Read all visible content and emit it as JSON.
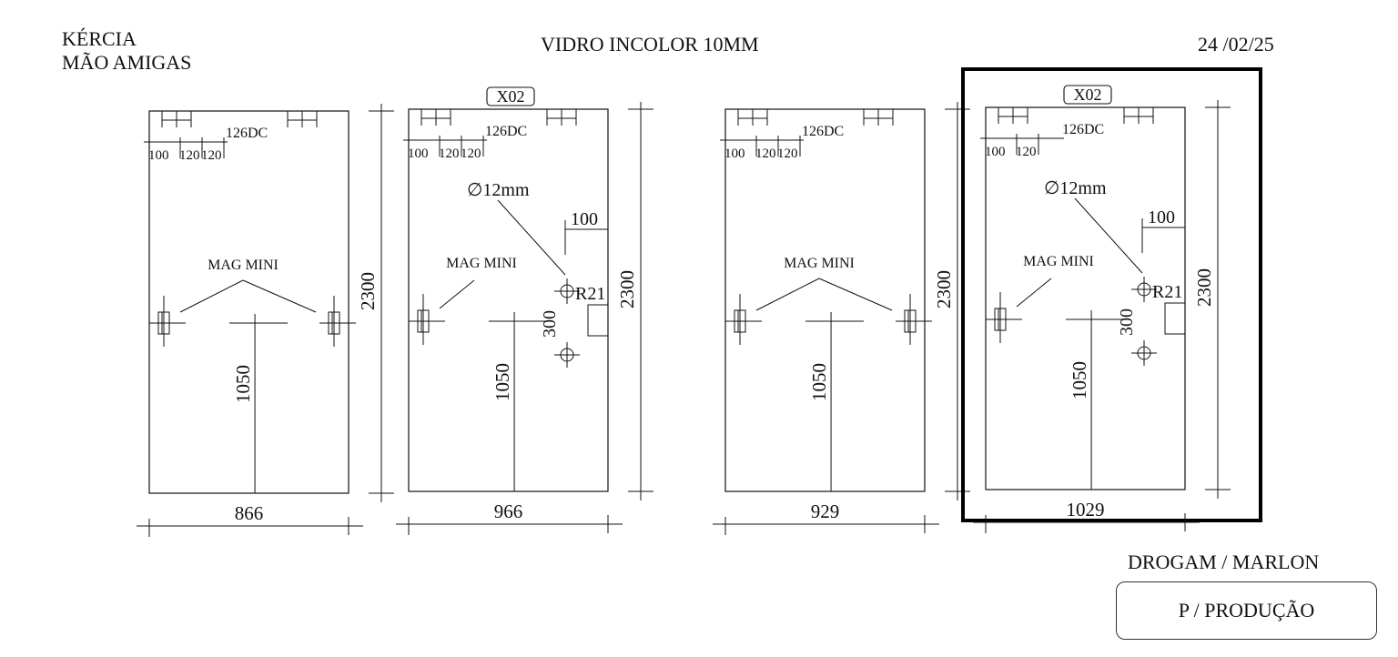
{
  "header": {
    "client_name": "KÉRCIA",
    "client_company": "MÃO AMIGAS",
    "material": "VIDRO INCOLOR 10MM",
    "date": "24 /02/25"
  },
  "footer": {
    "signature": "DROGAM / MARLON",
    "status": "P / PRODUÇÃO"
  },
  "panels": [
    {
      "id": "panel-1",
      "width_label": "866",
      "height_label": "2300",
      "handle_height_label": "1050",
      "lock_label": "MAG MINI",
      "hinge_offsets": [
        "100",
        "120",
        "120"
      ],
      "hinge_model": "126DC",
      "quantity_tag": "",
      "hole_diameter": "",
      "hole_edge_offset": "",
      "hole_radius": "",
      "hole_spacing": "",
      "highlighted": false
    },
    {
      "id": "panel-2",
      "width_label": "966",
      "height_label": "2300",
      "handle_height_label": "1050",
      "lock_label": "MAG MINI",
      "hinge_offsets": [
        "100",
        "120",
        "120"
      ],
      "hinge_model": "126DC",
      "quantity_tag": "X02",
      "hole_diameter": "∅12mm",
      "hole_edge_offset": "100",
      "hole_radius": "R21",
      "hole_spacing": "300",
      "highlighted": false
    },
    {
      "id": "panel-3",
      "width_label": "929",
      "height_label": "2300",
      "handle_height_label": "1050",
      "lock_label": "MAG MINI",
      "hinge_offsets": [
        "100",
        "120",
        "120"
      ],
      "hinge_model": "126DC",
      "quantity_tag": "",
      "hole_diameter": "",
      "hole_edge_offset": "",
      "hole_radius": "",
      "hole_spacing": "",
      "highlighted": false
    },
    {
      "id": "panel-4",
      "width_label": "1029",
      "height_label": "2300",
      "handle_height_label": "1050",
      "lock_label": "MAG MINI",
      "hinge_offsets": [
        "100",
        "120"
      ],
      "hinge_model": "126DC",
      "quantity_tag": "X02",
      "hole_diameter": "∅12mm",
      "hole_edge_offset": "100",
      "hole_radius": "R21",
      "hole_spacing": "300",
      "highlighted": true
    }
  ]
}
